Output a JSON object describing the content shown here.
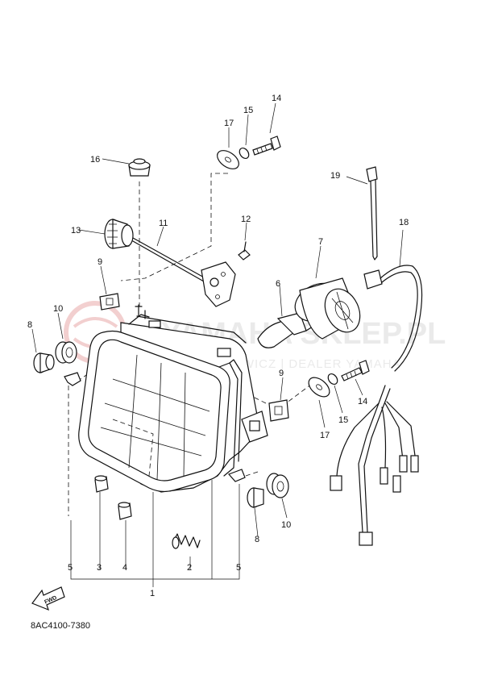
{
  "diagram": {
    "code": "8AC4100-7380",
    "fwd_label": "FWD",
    "watermark": {
      "brand": "YAMAHA SKLEP.PL",
      "sub": "GBEMOWICZ | DEALER YAMAHA"
    },
    "callouts": [
      "1",
      "2",
      "3",
      "4",
      "5",
      "5",
      "6",
      "7",
      "8",
      "8",
      "9",
      "9",
      "10",
      "10",
      "11",
      "12",
      "13",
      "14",
      "14",
      "15",
      "15",
      "16",
      "17",
      "17",
      "18",
      "19"
    ]
  }
}
